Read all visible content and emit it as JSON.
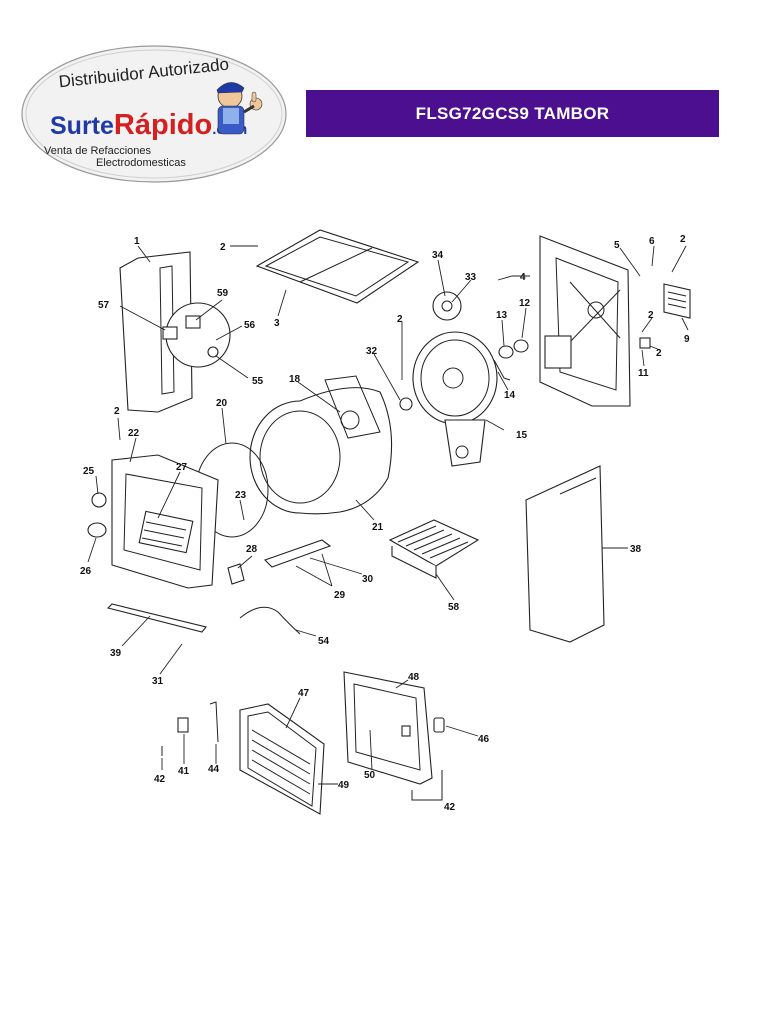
{
  "header": {
    "title": "FLSG72GCS9  TAMBOR",
    "title_bg": "#4b0f8f"
  },
  "logo": {
    "top_text": "Distribuidor Autorizado",
    "brand_surte": "Surte",
    "brand_rapido": "Rápido",
    "brand_com": ".com",
    "sub_line1": "Venta de Refacciones",
    "sub_line2": "Electrodomesticas",
    "brand_blue": "#1f3aa6",
    "brand_red": "#d42020"
  },
  "part_labels": [
    {
      "id": "1",
      "t": "1"
    },
    {
      "id": "2a",
      "t": "2"
    },
    {
      "id": "3",
      "t": "3"
    },
    {
      "id": "34",
      "t": "34"
    },
    {
      "id": "33",
      "t": "33"
    },
    {
      "id": "4",
      "t": "4"
    },
    {
      "id": "5",
      "t": "5"
    },
    {
      "id": "6",
      "t": "6"
    },
    {
      "id": "2b",
      "t": "2"
    },
    {
      "id": "57",
      "t": "57"
    },
    {
      "id": "59",
      "t": "59"
    },
    {
      "id": "56",
      "t": "56"
    },
    {
      "id": "55",
      "t": "55"
    },
    {
      "id": "2c",
      "t": "2"
    },
    {
      "id": "12",
      "t": "12"
    },
    {
      "id": "13",
      "t": "13"
    },
    {
      "id": "32",
      "t": "32"
    },
    {
      "id": "14",
      "t": "14"
    },
    {
      "id": "2d",
      "t": "2"
    },
    {
      "id": "9",
      "t": "9"
    },
    {
      "id": "2e",
      "t": "2"
    },
    {
      "id": "11",
      "t": "11"
    },
    {
      "id": "18",
      "t": "18"
    },
    {
      "id": "20",
      "t": "20"
    },
    {
      "id": "15",
      "t": "15"
    },
    {
      "id": "2f",
      "t": "2"
    },
    {
      "id": "22",
      "t": "22"
    },
    {
      "id": "25",
      "t": "25"
    },
    {
      "id": "27",
      "t": "27"
    },
    {
      "id": "23",
      "t": "23"
    },
    {
      "id": "21",
      "t": "21"
    },
    {
      "id": "38",
      "t": "38"
    },
    {
      "id": "26",
      "t": "26"
    },
    {
      "id": "28",
      "t": "28"
    },
    {
      "id": "30",
      "t": "30"
    },
    {
      "id": "29",
      "t": "29"
    },
    {
      "id": "58",
      "t": "58"
    },
    {
      "id": "39",
      "t": "39"
    },
    {
      "id": "54",
      "t": "54"
    },
    {
      "id": "31",
      "t": "31"
    },
    {
      "id": "47",
      "t": "47"
    },
    {
      "id": "48",
      "t": "48"
    },
    {
      "id": "46",
      "t": "46"
    },
    {
      "id": "42a",
      "t": "42"
    },
    {
      "id": "41",
      "t": "41"
    },
    {
      "id": "44",
      "t": "44"
    },
    {
      "id": "49",
      "t": "49"
    },
    {
      "id": "50",
      "t": "50"
    },
    {
      "id": "42b",
      "t": "42"
    }
  ]
}
